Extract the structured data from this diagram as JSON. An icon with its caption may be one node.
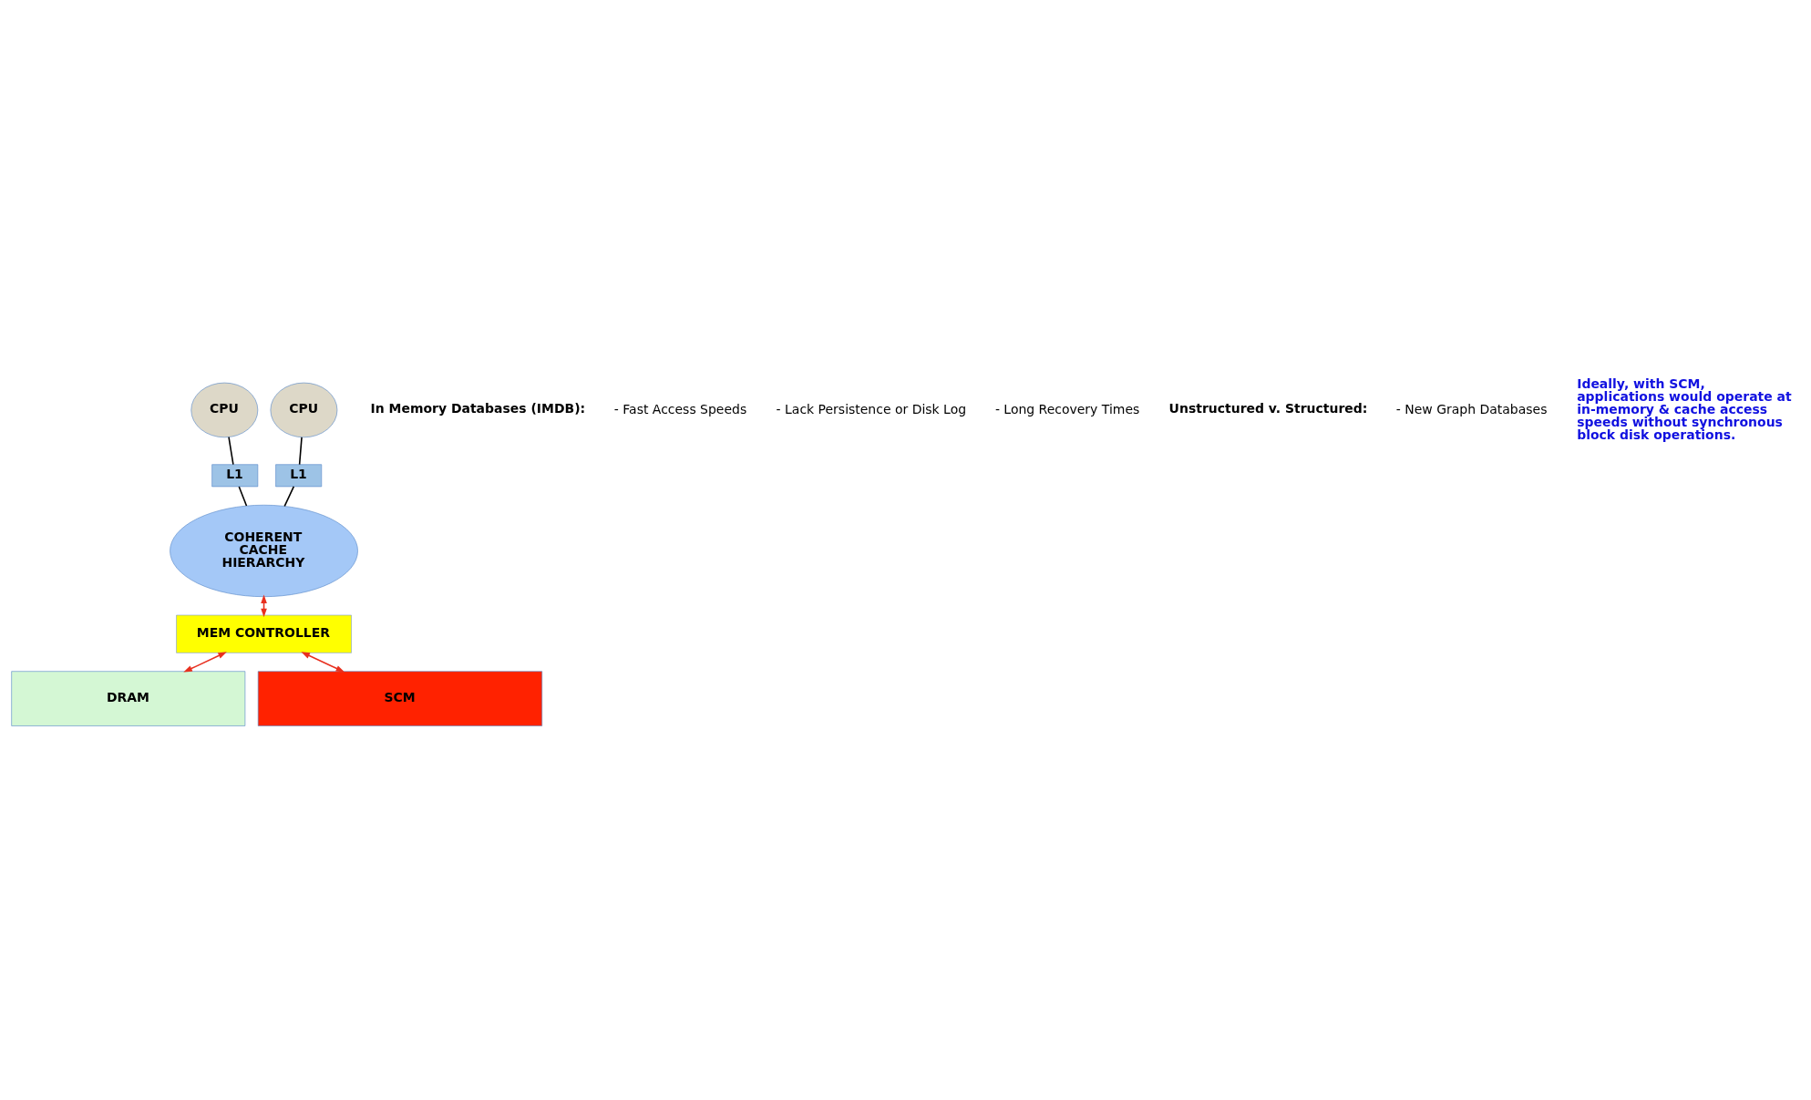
{
  "diagram": {
    "nodes": [
      {
        "text": [
          "CPU"
        ]
      },
      {
        "text": [
          "CPU"
        ]
      },
      {
        "text": [
          "L1"
        ]
      },
      {
        "text": [
          "L1"
        ]
      },
      {
        "text": [
          "COHERENT CACHE HIERARCHY"
        ]
      },
      {
        "text": [
          "MEM CONTROLLER"
        ]
      },
      {
        "text": [
          "DRAM"
        ]
      },
      {
        "text": [
          "SCM"
        ]
      }
    ],
    "edges": [
      {
        "from": 0,
        "to": 2,
        "arrow": "none"
      },
      {
        "from": 1,
        "to": 3,
        "arrow": "none"
      },
      {
        "from": 2,
        "to": 4,
        "arrow": "none"
      },
      {
        "from": 3,
        "to": 4,
        "arrow": "none"
      },
      {
        "from": 4,
        "to": 5,
        "arrow": "both",
        "color": "#e8301f"
      },
      {
        "from": 5,
        "to": 6,
        "arrow": "both",
        "color": "#e8301f"
      },
      {
        "from": 5,
        "to": 7,
        "arrow": "both",
        "color": "#e8301f"
      }
    ],
    "labels": [
      "In Memory Databases (IMDB):",
      "- Fast Access Speeds",
      "- Lack Persistence or Disk Log",
      "- Long Recovery Times",
      "Unstructured v. Structured:",
      "- New Graph Databases",
      "Ideally, with SCM, applications would operate at in-memory & cache access speeds without synchronous block disk operations."
    ]
  }
}
